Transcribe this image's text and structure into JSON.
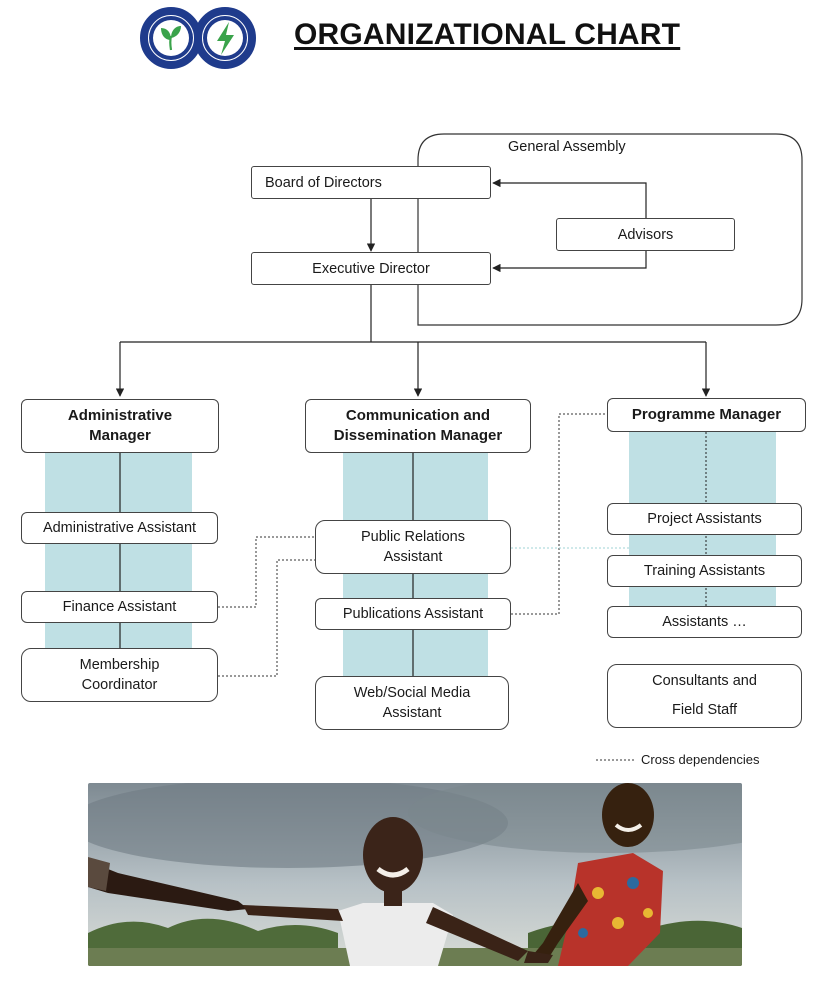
{
  "header": {
    "title": "ORGANIZATIONAL CHART",
    "logo_colors": {
      "ring": "#1f3b8c",
      "leaf": "#3aa34b",
      "bolt": "#3aa34b"
    }
  },
  "governance": {
    "general_assembly": "General Assembly",
    "board": "Board of Directors",
    "advisors": "Advisors",
    "executive_director": "Executive Director"
  },
  "departments": {
    "admin": {
      "head": "Administrative Manager",
      "staff": [
        "Administrative Assistant",
        "Finance Assistant",
        "Membership Coordinator"
      ]
    },
    "communication": {
      "head": "Communication and Dissemination Manager",
      "staff": [
        "Public Relations Assistant",
        "Publications Assistant",
        "Web/Social Media Assistant"
      ]
    },
    "programme": {
      "head": "Programme Manager",
      "staff": [
        "Project Assistants",
        "Training Assistants",
        "Assistants …",
        "Consultants and Field Staff"
      ]
    }
  },
  "legend": {
    "cross_dependencies": "Cross dependencies"
  },
  "colors": {
    "column_fill": "#bfe0e4",
    "line": "#222222",
    "box_border": "#444444"
  }
}
